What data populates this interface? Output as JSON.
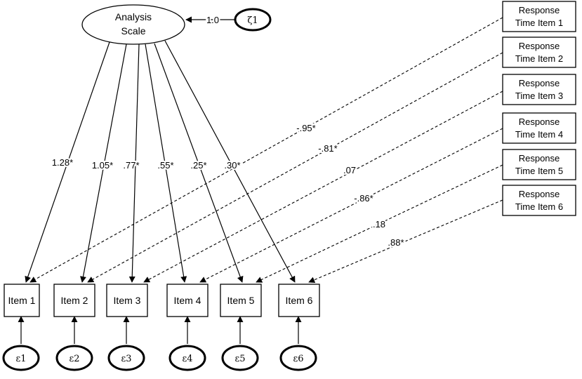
{
  "latent": {
    "line1": "Analysis",
    "line2": "Scale"
  },
  "disturbance": {
    "label": "ζ1",
    "path_value": "1.0"
  },
  "items": [
    "Item 1",
    "Item 2",
    "Item 3",
    "Item 4",
    "Item 5",
    "Item 6"
  ],
  "errors": [
    "ε1",
    "ε2",
    "ε3",
    "ε4",
    "ε5",
    "ε6"
  ],
  "response_times": [
    {
      "line1": "Response",
      "line2": "Time Item 1"
    },
    {
      "line1": "Response",
      "line2": "Time Item 2"
    },
    {
      "line1": "Response",
      "line2": "Time Item 3"
    },
    {
      "line1": "Response",
      "line2": "Time Item 4"
    },
    {
      "line1": "Response",
      "line2": "Time Item 5"
    },
    {
      "line1": "Response",
      "line2": "Time Item 6"
    }
  ],
  "loadings": [
    "1.28*",
    "1.05*",
    ".77*",
    ".55*",
    ".25*",
    ".30*"
  ],
  "rt_paths": [
    "-.95*",
    "-.81*",
    ".07",
    "-.86*",
    ".18",
    ".88*"
  ]
}
